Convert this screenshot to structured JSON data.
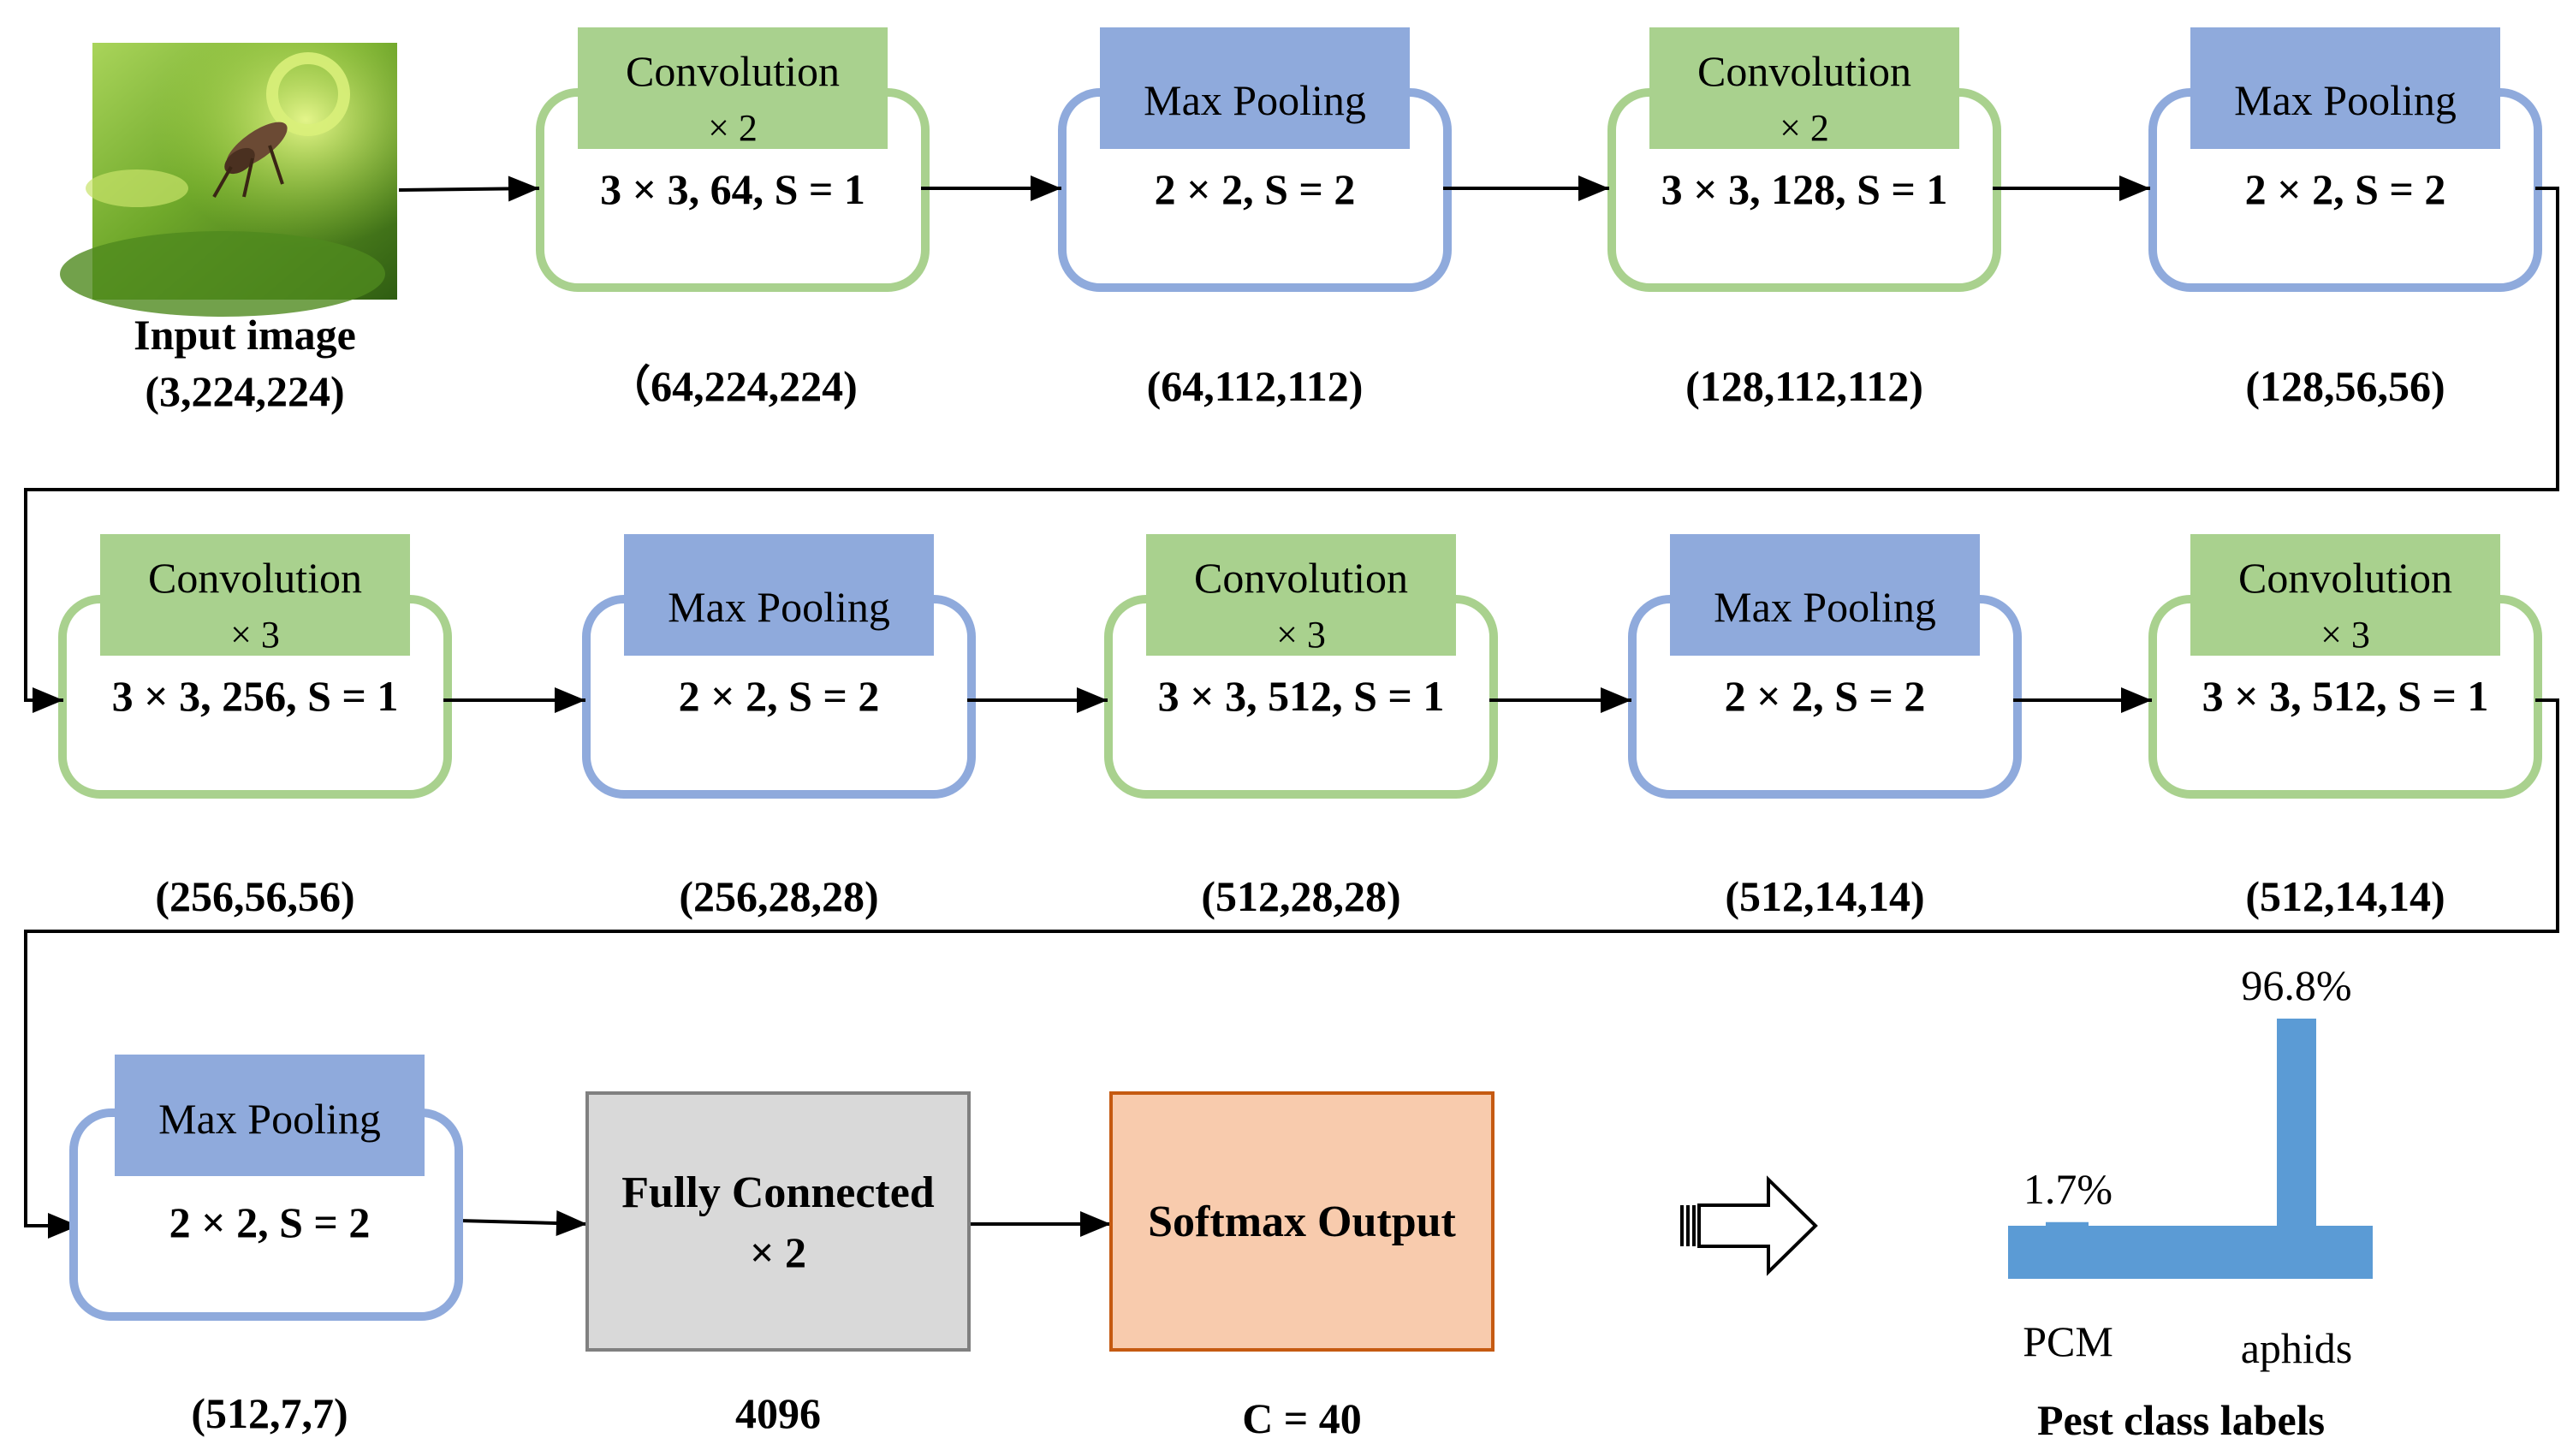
{
  "colors": {
    "conv_header": "#a9d18e",
    "conv_border": "#a9d18e",
    "pool_header": "#8faadc",
    "pool_border": "#8faadc",
    "fc_fill": "#d9d9d9",
    "fc_border": "#808080",
    "softmax_fill": "#f8cbad",
    "softmax_border": "#c55a11",
    "bar_color": "#5b9bd5",
    "line_color": "#000000"
  },
  "input": {
    "label": "Input image",
    "shape": "(3,224,224)",
    "image_icon": "insect-on-leaf-photo"
  },
  "rows": [
    [
      {
        "kind": "conv",
        "title": "Convolution",
        "repeat": "× 2",
        "params": "3 × 3, 64, S = 1",
        "shape": "（64,224,224)"
      },
      {
        "kind": "pool",
        "title": "Max Pooling",
        "params": "2 × 2, S = 2",
        "shape": "(64,112,112)"
      },
      {
        "kind": "conv",
        "title": "Convolution",
        "repeat": "× 2",
        "params": "3 × 3, 128, S = 1",
        "shape": "(128,112,112)"
      },
      {
        "kind": "pool",
        "title": "Max Pooling",
        "params": "2 × 2, S = 2",
        "shape": "(128,56,56)"
      }
    ],
    [
      {
        "kind": "conv",
        "title": "Convolution",
        "repeat": "× 3",
        "params": "3 × 3, 256, S = 1",
        "shape": "(256,56,56)"
      },
      {
        "kind": "pool",
        "title": "Max Pooling",
        "params": "2 × 2, S = 2",
        "shape": "(256,28,28)"
      },
      {
        "kind": "conv",
        "title": "Convolution",
        "repeat": "× 3",
        "params": "3 × 3, 512, S = 1",
        "shape": "(512,28,28)"
      },
      {
        "kind": "pool",
        "title": "Max Pooling",
        "params": "2 × 2, S = 2",
        "shape": "(512,14,14)"
      },
      {
        "kind": "conv",
        "title": "Convolution",
        "repeat": "× 3",
        "params": "3 × 3, 512, S = 1",
        "shape": "(512,14,14)"
      }
    ]
  ],
  "last_pool": {
    "title": "Max Pooling",
    "params": "2 × 2, S = 2",
    "shape": "(512,7,7)"
  },
  "fully_connected": {
    "line1": "Fully Connected",
    "line2": "× 2",
    "shape": "4096"
  },
  "softmax": {
    "label": "Softmax Output",
    "shape": "C = 40"
  },
  "output_arrow_icon": "hollow-right-arrow-icon",
  "pest_chart": {
    "title": "Pest class labels",
    "classes": [
      {
        "label": "PCM",
        "value": 1.7,
        "value_label": "1.7%"
      },
      {
        "label": "aphids",
        "value": 96.8,
        "value_label": "96.8%"
      }
    ]
  }
}
